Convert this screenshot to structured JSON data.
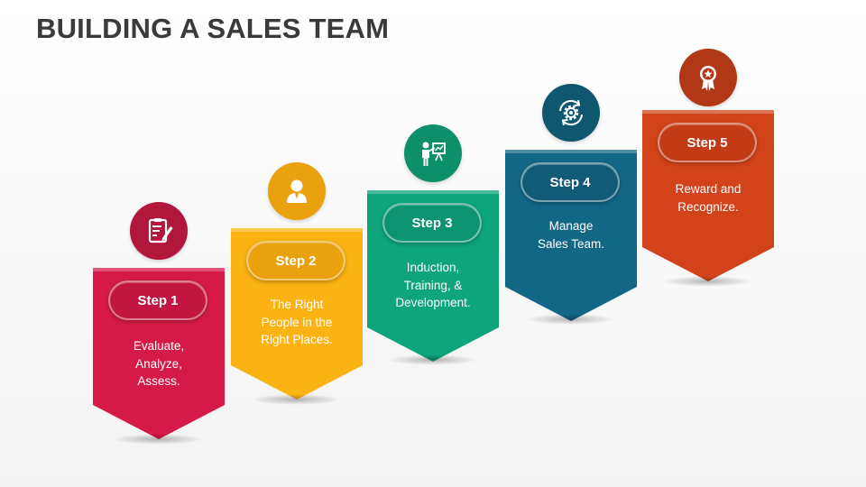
{
  "title": "BUILDING A SALES TEAM",
  "colors": {
    "step1": "#d51a47",
    "step2": "#fbb313",
    "step3": "#0ea57b",
    "step4": "#136786",
    "step5": "#d3431b",
    "title": "#3a3a3a"
  },
  "steps": [
    {
      "label": "Step 1",
      "description": "Evaluate,\nAnalyze,\nAssess.",
      "icon": "clipboard-pencil-icon",
      "icon_color": "#b0173b"
    },
    {
      "label": "Step 2",
      "description": "The Right\nPeople in the\nRight Places.",
      "icon": "person-icon",
      "icon_color": "#e9a20d"
    },
    {
      "label": "Step 3",
      "description": "Induction,\nTraining, &\nDevelopment.",
      "icon": "presenter-board-icon",
      "icon_color": "#0d8f6a"
    },
    {
      "label": "Step 4",
      "description": "Manage\nSales Team.",
      "icon": "gear-cycle-icon",
      "icon_color": "#0f566f"
    },
    {
      "label": "Step 5",
      "description": "Reward and\nRecognize.",
      "icon": "award-badge-icon",
      "icon_color": "#b03817"
    }
  ]
}
